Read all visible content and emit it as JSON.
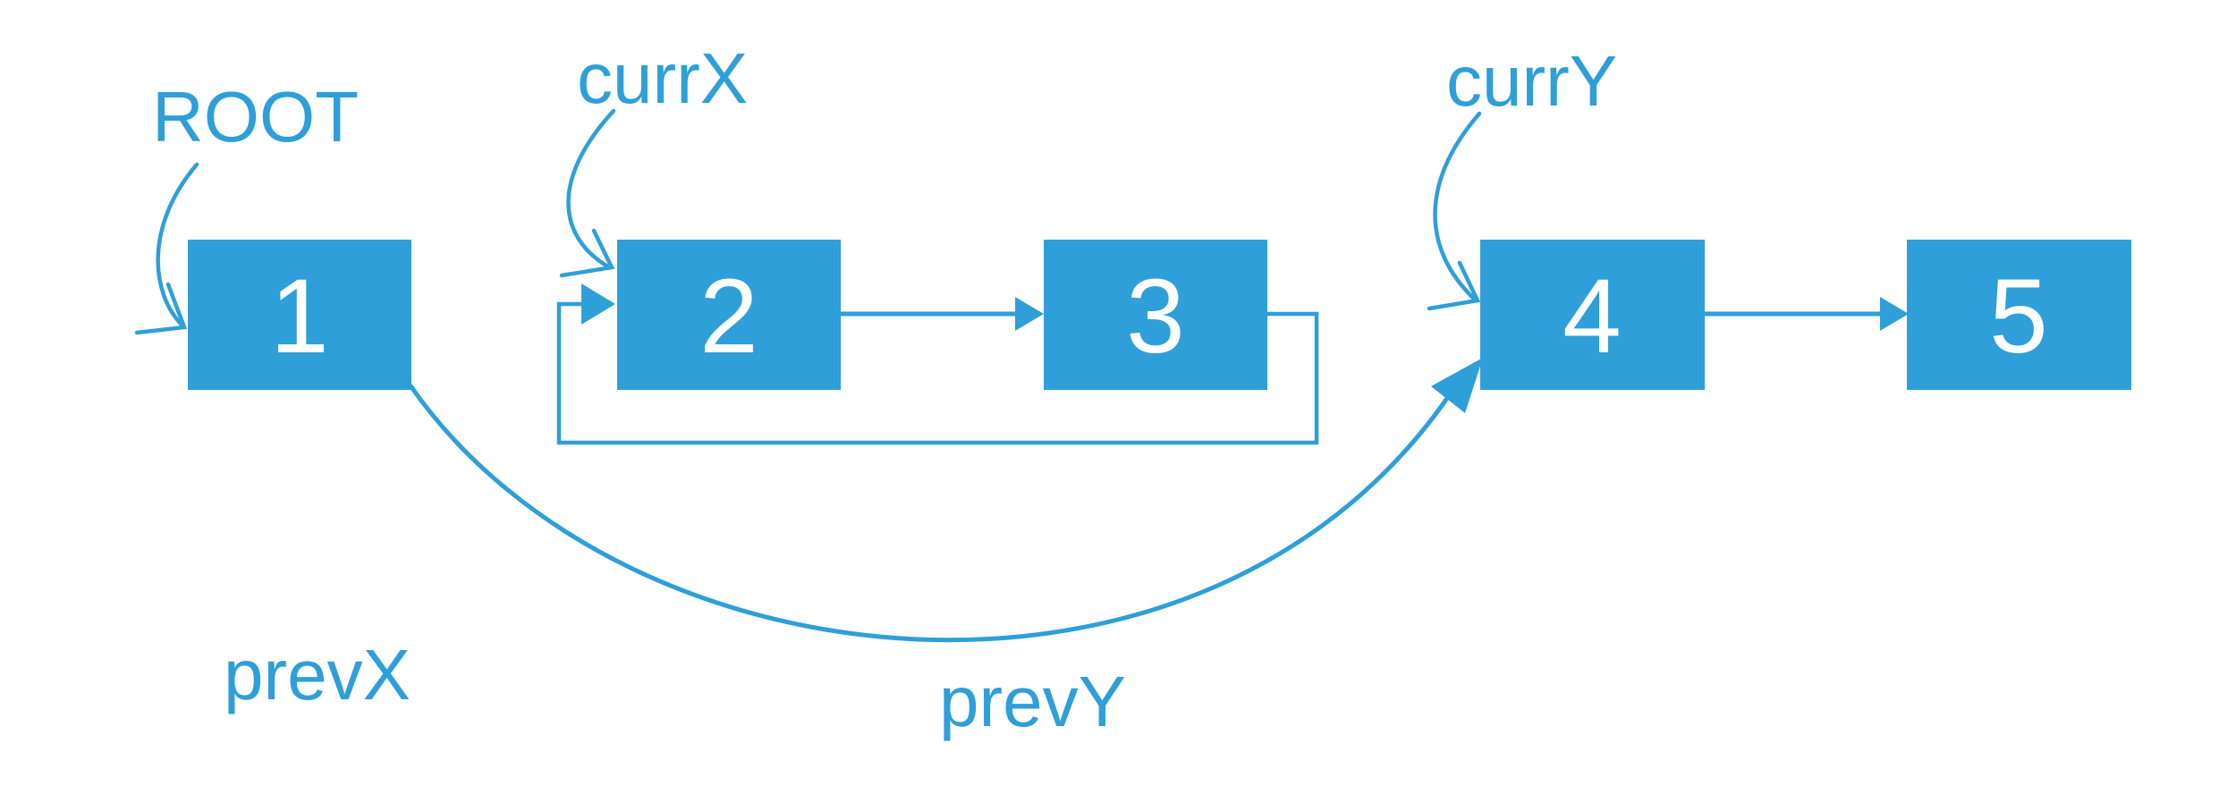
{
  "colors": {
    "accent": "#2E9FD9",
    "node_text": "#FFFFFF",
    "background": "#FFFFFF"
  },
  "nodes": [
    {
      "label": "1"
    },
    {
      "label": "2"
    },
    {
      "label": "3"
    },
    {
      "label": "4"
    },
    {
      "label": "5"
    }
  ],
  "pointers": [
    {
      "label": "ROOT",
      "points_to": "1"
    },
    {
      "label": "currX",
      "points_to": "2"
    },
    {
      "label": "currY",
      "points_to": "4"
    },
    {
      "label": "prevX",
      "points_to": null
    },
    {
      "label": "prevY",
      "points_to": null
    }
  ],
  "edges": [
    {
      "from": "1",
      "to": "4",
      "shape": "curve-below"
    },
    {
      "from": "2",
      "to": "3",
      "shape": "straight"
    },
    {
      "from": "3",
      "to": "2",
      "shape": "rect-loop-below"
    },
    {
      "from": "4",
      "to": "5",
      "shape": "straight"
    }
  ]
}
